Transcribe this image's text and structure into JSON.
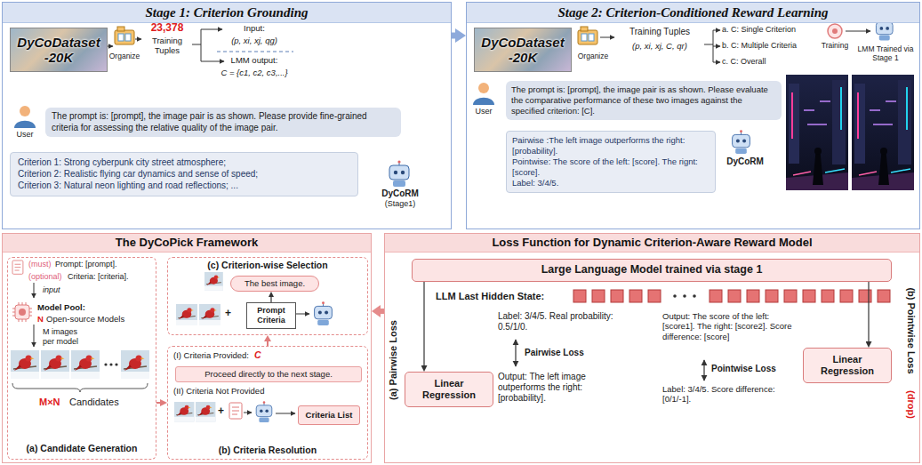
{
  "diagram": {
    "nodes": [
      {
        "text": [
          "Stage 1: Criterion Grounding"
        ]
      },
      {
        "text": [
          "DyCoDataset -20K"
        ],
        "in": 0
      },
      {
        "text": [
          "The prompt is: [prompt], the image pair is as shown. Please provide fine-grained criteria for assessing the relative quality of the image pair."
        ],
        "in": 0
      },
      {
        "text": [
          "Criterion 1: Strong cyberpunk city street atmosphere;",
          "Criterion 2: Realistic flying car dynamics and sense of speed;",
          "Criterion 3: Natural neon lighting and road reflections; ..."
        ],
        "in": 0
      },
      {
        "text": [
          "Stage 2: Criterion-Conditioned Reward Learning"
        ]
      },
      {
        "text": [
          "DyCoDataset -20K"
        ],
        "in": 4
      },
      {
        "text": [
          "The prompt is: [prompt], the image pair is as shown. Please evaluate the comparative performance of these two images against the specified criterion: [C]."
        ],
        "in": 4
      },
      {
        "text": [
          "Pairwise :The left image outperforms the right: [probability].",
          "Pointwise: The score of the left: [score]. The rignt: [score].",
          "Label: 3/4/5."
        ],
        "in": 4
      },
      {
        "text": [
          "The DyCoPick Framework"
        ]
      },
      {
        "text": [
          "(a) Candidate Generation"
        ],
        "in": 8
      },
      {
        "text": [
          "(c) Criterion-wise Selection"
        ],
        "in": 8
      },
      {
        "text": [
          "The best image."
        ],
        "in": 10
      },
      {
        "text": [
          "Prompt Criteria"
        ],
        "in": 10
      },
      {
        "text": [
          "(b) Criteria Resolution"
        ],
        "in": 8
      },
      {
        "text": [
          "Proceed directly to the next stage."
        ],
        "in": 13
      },
      {
        "text": [
          "Criteria List"
        ],
        "in": 13
      },
      {
        "text": [
          "Loss Function for Dynamic Criterion-Aware Reward Model"
        ]
      },
      {
        "text": [
          "Large Language Model trained via stage 1"
        ],
        "in": 16
      },
      {
        "text": [
          "Linear Regression"
        ],
        "in": 16
      },
      {
        "text": [
          "Linear Regression"
        ],
        "in": 16
      }
    ],
    "edges": [
      {
        "from": 0,
        "to": 4,
        "arrow": "to"
      },
      {
        "from": 16,
        "to": 8,
        "arrow": "to"
      },
      {
        "from": 9,
        "to": 13,
        "arrow": "to"
      },
      {
        "from": 13,
        "to": 10,
        "arrow": "to"
      },
      {
        "from": 12,
        "to": 11,
        "arrow": "to"
      },
      {
        "from": 17,
        "to": 18,
        "arrow": "to"
      },
      {
        "from": 17,
        "to": 19,
        "arrow": "to"
      }
    ],
    "labels": [
      "Organize",
      "23,378",
      "Training Tuples",
      "Input:",
      "(p, xi, xj, qg)",
      "LMM output:",
      "C = {c1, c2, c3,...}",
      "User",
      "DyCoRM",
      "(Stage1)",
      "Organize",
      "Training Tuples",
      "(p, xi, xj, C, qr)",
      "a. C: Single Criterion",
      "b. C: Multiple Criteria",
      "c. C: Overall",
      "Training",
      "LMM Trained via Stage 1",
      "User",
      "DyCoRM",
      "(must)",
      "Prompt: [prompt].",
      "(optional)",
      "Criteria: [criteria].",
      "input",
      "Model Pool:",
      "N",
      "Open-source Models",
      "M images",
      "per model",
      "M×N",
      "Candidates",
      "+",
      "(I) Criteria Provided:",
      "C",
      "(II) Criteria Not Provided",
      "+",
      "LLM Last Hidden State:",
      "(a) Pairwise Loss",
      "(b) Pointwise Loss",
      "(drop)",
      "Label: 3/4/5. Real probability: 0.5/1/0.",
      "Pairwise Loss",
      "Output: The left image outperforms the right: [probability].",
      "Output: The score of the left: [score1]. The right: [score2]. Score difference: [score]",
      "Pointwise Loss",
      "Label: 3/4/5. Score difference: [0/1/-1]."
    ]
  }
}
